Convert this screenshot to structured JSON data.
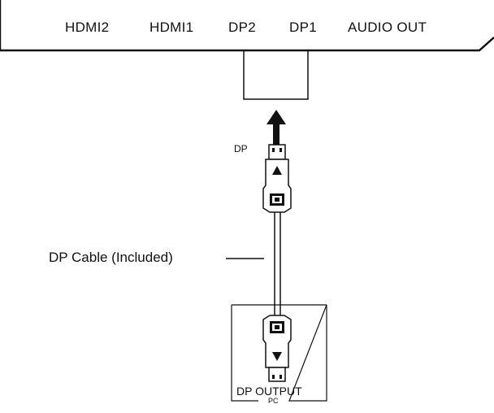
{
  "monitor_panel": {
    "ports": [
      "HDMI2",
      "HDMI1",
      "DP2",
      "DP1",
      "AUDIO OUT"
    ]
  },
  "connector_top": {
    "label": "DP"
  },
  "cable": {
    "label": "DP Cable (Included)"
  },
  "pc_box": {
    "output_label": "DP OUTPUT",
    "caption": "PC"
  },
  "colors": {
    "line": "#111111",
    "background": "#ffffff"
  }
}
